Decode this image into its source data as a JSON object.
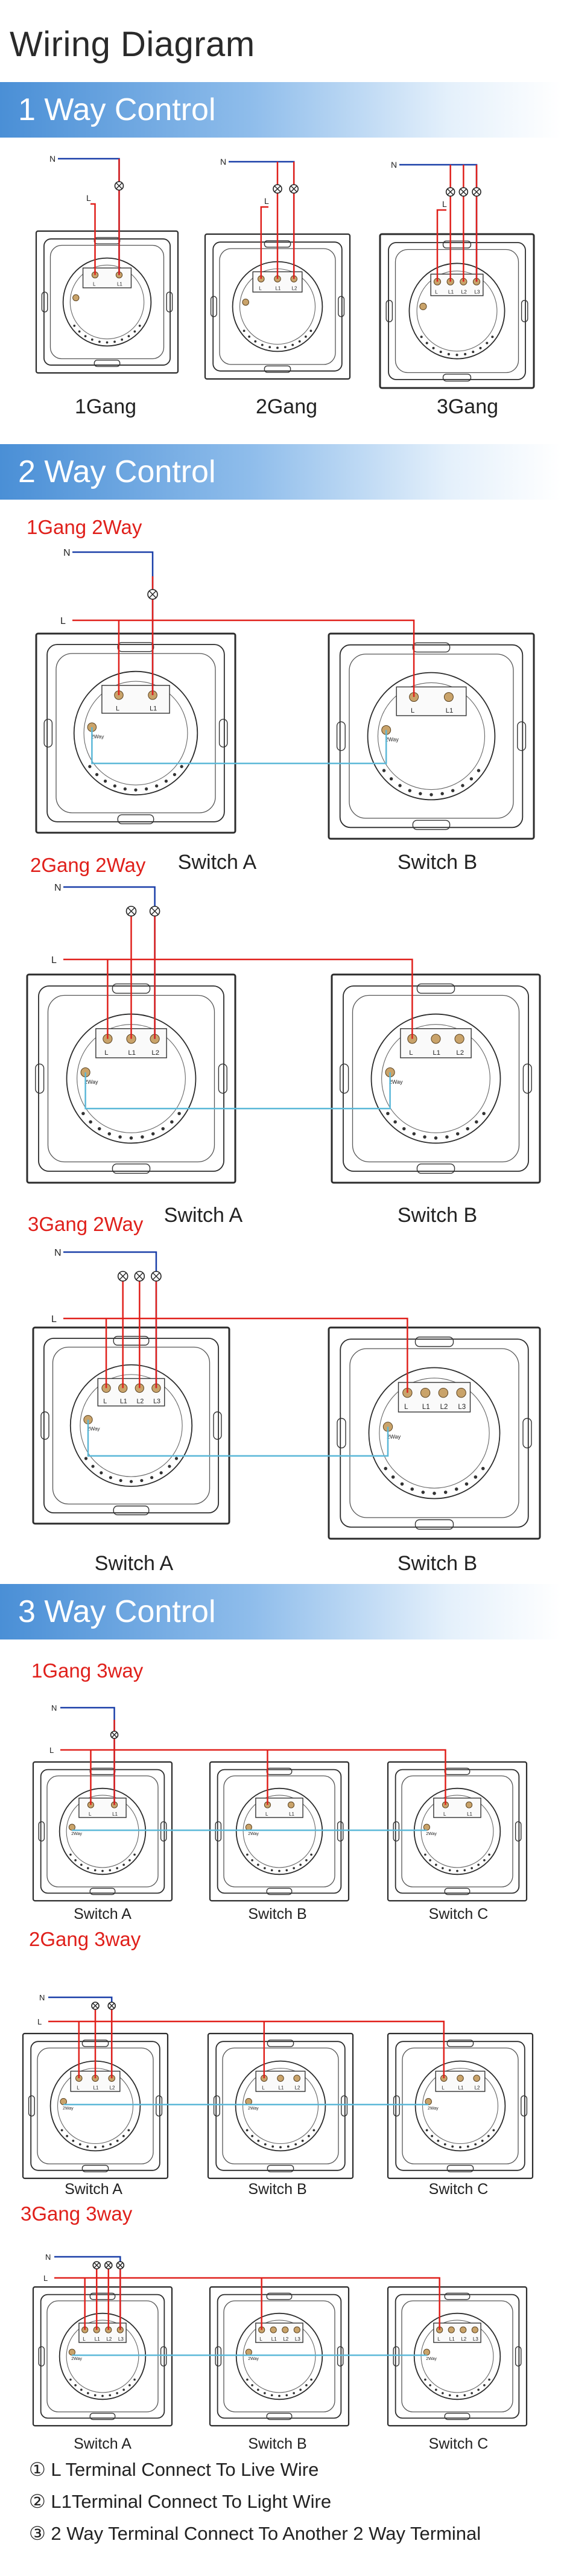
{
  "page_title": "Wiring Diagram",
  "sections": {
    "one_way": "1 Way Control",
    "two_way": "2 Way Control",
    "three_way": "3 Way Control"
  },
  "one_way_labels": [
    "1Gang",
    "2Gang",
    "3Gang"
  ],
  "two_way_sub": [
    "1Gang 2Way",
    "2Gang 2Way",
    "3Gang 2Way"
  ],
  "three_way_sub": [
    "1Gang 3way",
    "2Gang 3way",
    "3Gang 3way"
  ],
  "switch_names": {
    "a": "Switch A",
    "b": "Switch B",
    "c": "Switch C"
  },
  "wire_labels": {
    "n": "N",
    "l": "L"
  },
  "terminal_labels": {
    "l": "L",
    "l1": "L1",
    "l2": "L2",
    "l3": "L3",
    "way2": "2Way"
  },
  "legend": [
    "① L Terminal Connect To Live Wire",
    "② L1Terminal Connect To Light Wire",
    "③ 2 Way Terminal Connect To Another 2 Way Terminal"
  ],
  "colors": {
    "live": "#e0201b",
    "neutral": "#1a3fa8",
    "two_way_link": "#5bb8d8",
    "banner": "#4a8fd6"
  }
}
